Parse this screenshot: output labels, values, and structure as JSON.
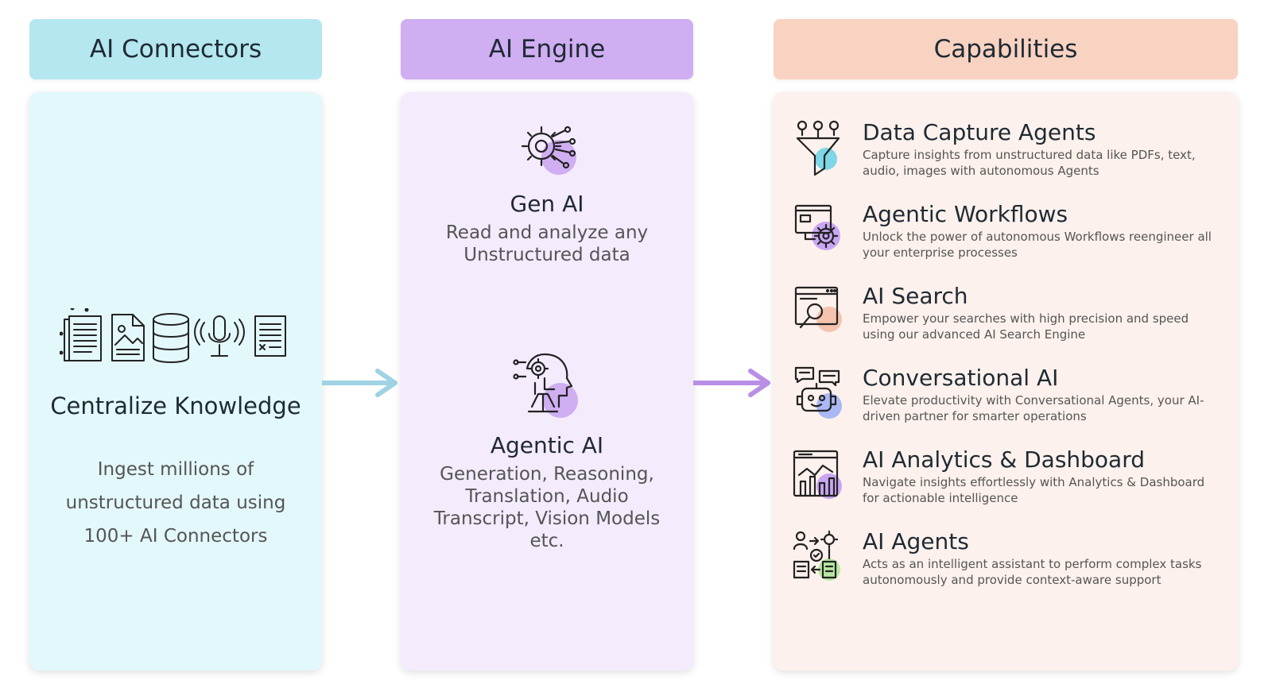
{
  "columns": {
    "connectors": {
      "header": "AI Connectors",
      "title": "Centralize Knowledge",
      "description": "Ingest millions of unstructured data using 100+ AI Connectors",
      "icons": [
        "document-icon",
        "image-file-icon",
        "database-icon",
        "microphone-icon",
        "form-icon"
      ]
    },
    "engine": {
      "header": "AI Engine",
      "blocks": [
        {
          "title": "Gen AI",
          "description": "Read and analyze any Unstructured data",
          "icon": "gear-circuit-icon"
        },
        {
          "title": "Agentic AI",
          "description": "Generation, Reasoning, Translation, Audio Transcript, Vision Models etc.",
          "icon": "robot-head-icon"
        }
      ]
    },
    "capabilities": {
      "header": "Capabilities",
      "items": [
        {
          "title": "Data Capture Agents",
          "description": "Capture insights from unstructured data like PDFs, text, audio, images with autonomous Agents",
          "icon": "funnel-icon",
          "accent": "#7ed6e6"
        },
        {
          "title": "Agentic Workflows",
          "description": "Unlock the power of autonomous Workflows reengineer all your enterprise processes",
          "icon": "monitor-gear-icon",
          "accent": "#c9a6f2"
        },
        {
          "title": "AI Search",
          "description": "Empower your searches with high precision and speed using our advanced AI Search Engine",
          "icon": "search-window-icon",
          "accent": "#f6c3ae"
        },
        {
          "title": "Conversational AI",
          "description": "Elevate productivity with Conversational Agents, your AI-driven partner for smarter operations",
          "icon": "chatbot-icon",
          "accent": "#aab8f5"
        },
        {
          "title": "AI Analytics & Dashboard",
          "description": "Navigate insights effortlessly with Analytics & Dashboard for actionable intelligence",
          "icon": "analytics-dashboard-icon",
          "accent": "#c9a6f2"
        },
        {
          "title": "AI Agents",
          "description": "Acts as an intelligent assistant to perform complex tasks autonomously and provide context-aware support",
          "icon": "agent-flow-icon",
          "accent": "#b9e8a4"
        }
      ]
    }
  },
  "colors": {
    "connectors_header": "#b4e7f0",
    "connectors_panel": "#e3f8fb",
    "engine_header": "#cfaef2",
    "engine_panel": "#f4ebfd",
    "capabilities_header": "#f8d3c2",
    "capabilities_panel": "#fcf1ec",
    "arrow_1": "#9fd3e3",
    "arrow_2": "#b98fe6"
  }
}
